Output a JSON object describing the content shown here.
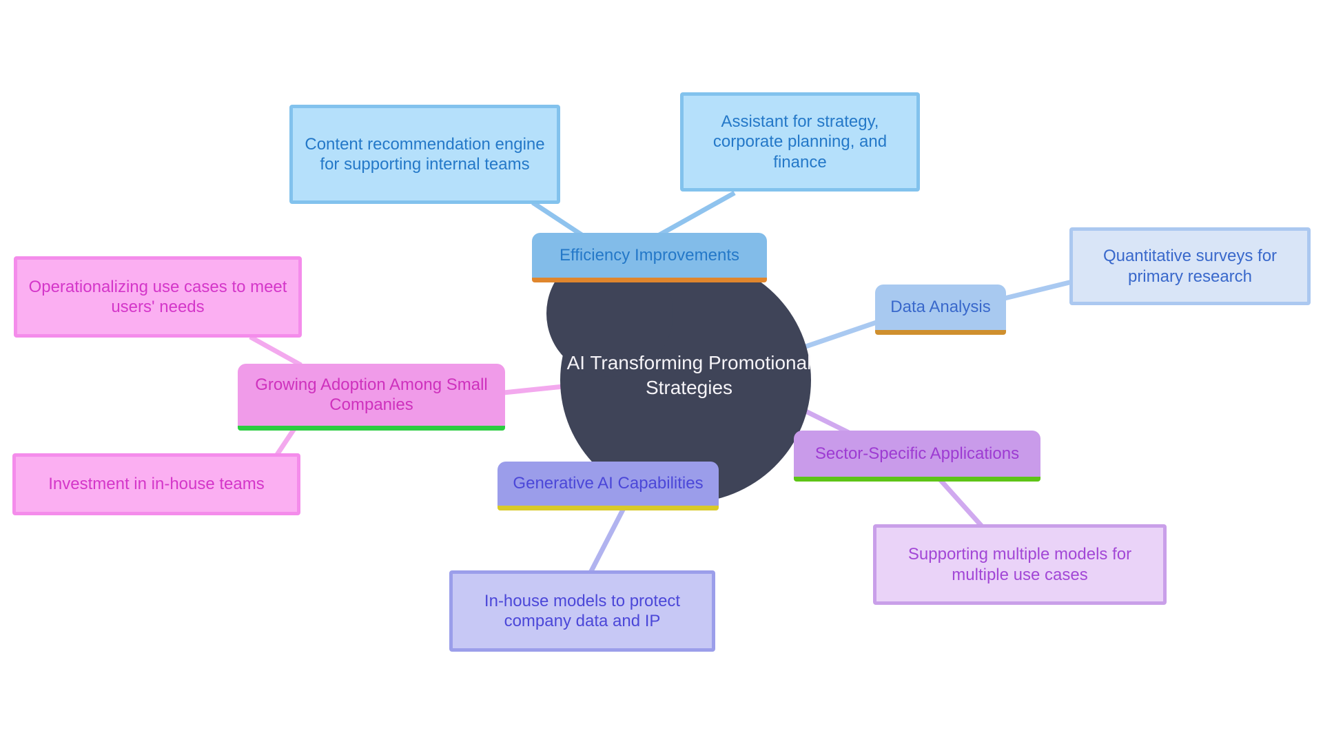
{
  "root": {
    "label": "AI Transforming Promotional Strategies",
    "fill": "#3f4458",
    "text_color": "#f5f3f7"
  },
  "branches": [
    {
      "label": "Efficiency Improvements",
      "fill": "#82bce9",
      "accent": "#e0862d",
      "text_color": "#2478c8",
      "child_fill": "#b5e0fb",
      "connector_color": "#8fc3ee",
      "children": [
        {
          "label": "Content recommendation engine for supporting internal teams"
        },
        {
          "label": "Assistant for strategy, corporate planning, and finance"
        }
      ]
    },
    {
      "label": "Data Analysis",
      "fill": "#a8c9f0",
      "accent": "#cf8f2e",
      "text_color": "#3968cb",
      "child_fill": "#d9e5f7",
      "connector_color": "#a9c9f1",
      "children": [
        {
          "label": "Quantitative surveys for primary research"
        }
      ]
    },
    {
      "label": "Growing Adoption Among Small Companies",
      "fill": "#f09be9",
      "accent": "#2bcc40",
      "text_color": "#ce31bd",
      "child_fill": "#fbaff2",
      "connector_color": "#f3a9ee",
      "children": [
        {
          "label": "Operationalizing use cases to meet users' needs"
        },
        {
          "label": "Investment in in-house teams"
        }
      ]
    },
    {
      "label": "Generative AI Capabilities",
      "fill": "#9b9dea",
      "accent": "#d9ca28",
      "text_color": "#4b47d8",
      "child_fill": "#c7c8f5",
      "connector_color": "#b1b3ef",
      "children": [
        {
          "label": "In-house models to protect company data and IP"
        }
      ]
    },
    {
      "label": "Sector-Specific Applications",
      "fill": "#c99bea",
      "accent": "#5ec417",
      "text_color": "#9d3bd2",
      "child_fill": "#ead3f8",
      "connector_color": "#d0a9ef",
      "children": [
        {
          "label": "Supporting multiple models for multiple use cases"
        }
      ]
    }
  ]
}
